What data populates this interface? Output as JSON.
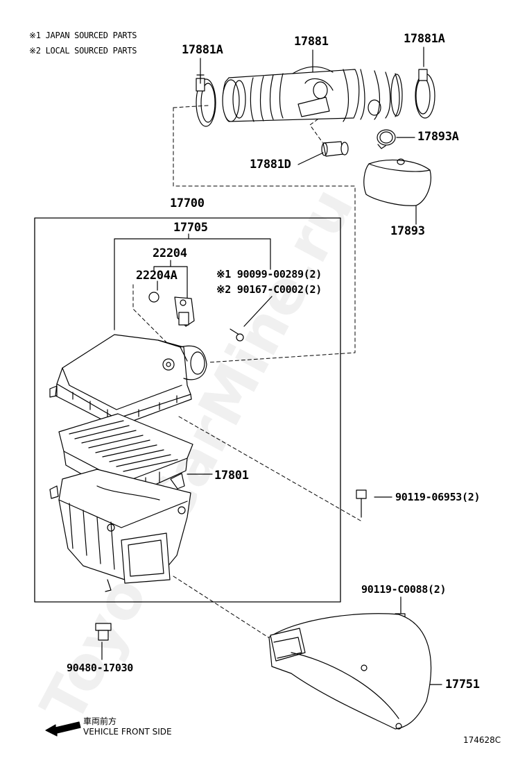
{
  "notes": {
    "note1_mark": "※1",
    "note1_text": "JAPAN SOURCED PARTS",
    "note2_mark": "※2",
    "note2_text": "LOCAL SOURCED PARTS"
  },
  "parts": {
    "p17881A_left": "17881A",
    "p17881": "17881",
    "p17881A_right": "17881A",
    "p17893A": "17893A",
    "p17881D": "17881D",
    "p17893": "17893",
    "p17700": "17700",
    "p17705": "17705",
    "p22204": "22204",
    "p22204A": "22204A",
    "p90099": "※1 90099-00289(2)",
    "p90167": "※2 90167-C0002(2)",
    "p17801": "17801",
    "p90119_06953": "90119-06953(2)",
    "p90119_C0088": "90119-C0088(2)",
    "p90480": "90480-17030",
    "p17751": "17751"
  },
  "direction": {
    "jp": "車両前方",
    "en": "VEHICLE FRONT SIDE"
  },
  "diagram_code": "174628C",
  "watermark": "ToyotaCarMine.ru"
}
